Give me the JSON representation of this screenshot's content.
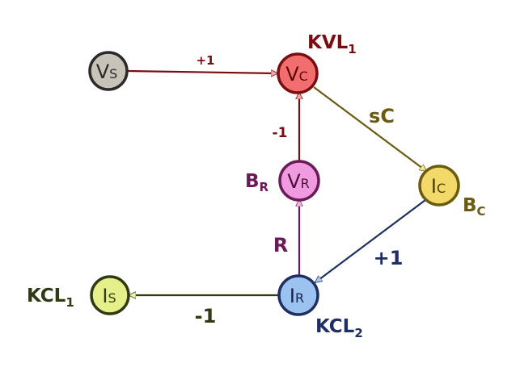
{
  "colors": {
    "red_dark": "#7a0d12",
    "olive_dark": "#6b5a12",
    "purple_dark": "#6a1b57",
    "navy_dark": "#1f2f63",
    "green_dark": "#2f3a12",
    "node_vs": "#c8c3b8",
    "node_vc": "#f26d6d",
    "node_vr": "#f09adf",
    "node_ic": "#f2d96a",
    "node_ir": "#9cc2f0",
    "node_is": "#e6f08a"
  },
  "nodes": {
    "vs": {
      "main": "V",
      "sub": "S"
    },
    "vc": {
      "main": "V",
      "sub": "C"
    },
    "vr": {
      "main": "V",
      "sub": "R"
    },
    "ic": {
      "main": "I",
      "sub": "C"
    },
    "ir": {
      "main": "I",
      "sub": "R"
    },
    "is": {
      "main": "I",
      "sub": "S"
    }
  },
  "labels": {
    "kvl1": {
      "main": "KVL",
      "sub": "1"
    },
    "br": {
      "main": "B",
      "sub": "R"
    },
    "bc": {
      "main": "B",
      "sub": "C"
    },
    "kcl1": {
      "main": "KCL",
      "sub": "1"
    },
    "kcl2": {
      "main": "KCL",
      "sub": "2"
    }
  },
  "edges": {
    "vs_vc": "+1",
    "vr_vc": "-1",
    "vc_ic": "sC",
    "ir_vr": "R",
    "ic_ir": "+1",
    "ir_is": "-1"
  }
}
